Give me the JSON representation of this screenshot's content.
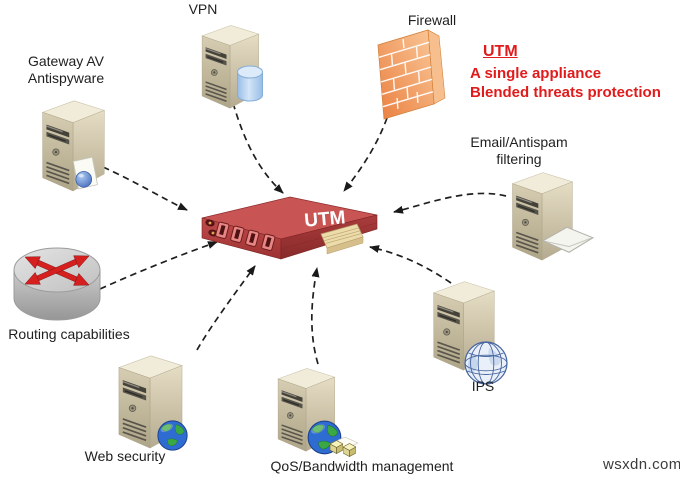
{
  "annotation": {
    "heading": "UTM",
    "line1": "A single appliance",
    "line2": "Blended threats protection",
    "color": "#e11b1b"
  },
  "center_appliance": {
    "label": "UTM",
    "icon": "utm-appliance-icon",
    "color": "#c95454"
  },
  "nodes": {
    "gateway_av": {
      "label": "Gateway AV\nAntispyware",
      "icons": [
        "server-tower-icon",
        "document-globe-icon"
      ]
    },
    "vpn": {
      "label": "VPN",
      "icons": [
        "server-tower-icon",
        "database-cylinder-icon"
      ]
    },
    "firewall": {
      "label": "Firewall",
      "icons": [
        "brick-wall-icon"
      ],
      "color": "#ef8c4e"
    },
    "email_antispam": {
      "label": "Email/Antispam\nfiltering",
      "icons": [
        "server-tower-icon",
        "envelope-icon"
      ]
    },
    "ips": {
      "label": "IPS",
      "icons": [
        "server-tower-icon",
        "wireframe-globe-icon"
      ]
    },
    "qos": {
      "label": "QoS/Bandwidth management",
      "icons": [
        "server-tower-icon",
        "globe-icon",
        "packet-boxes-icon"
      ]
    },
    "web_security": {
      "label": "Web security",
      "icons": [
        "server-tower-icon",
        "globe-icon"
      ]
    },
    "routing": {
      "label": "Routing capabilities",
      "icons": [
        "router-icon"
      ]
    }
  },
  "watermark": {
    "text": "wsxdn.com"
  },
  "colors": {
    "appliance_red": "#c95454",
    "annotation_red": "#e11b1b",
    "server_beige": "#cfc6ab",
    "firewall_orange": "#ef8c4e",
    "router_gray": "#c8c8c8",
    "arrow_black": "#1f1f1f"
  }
}
